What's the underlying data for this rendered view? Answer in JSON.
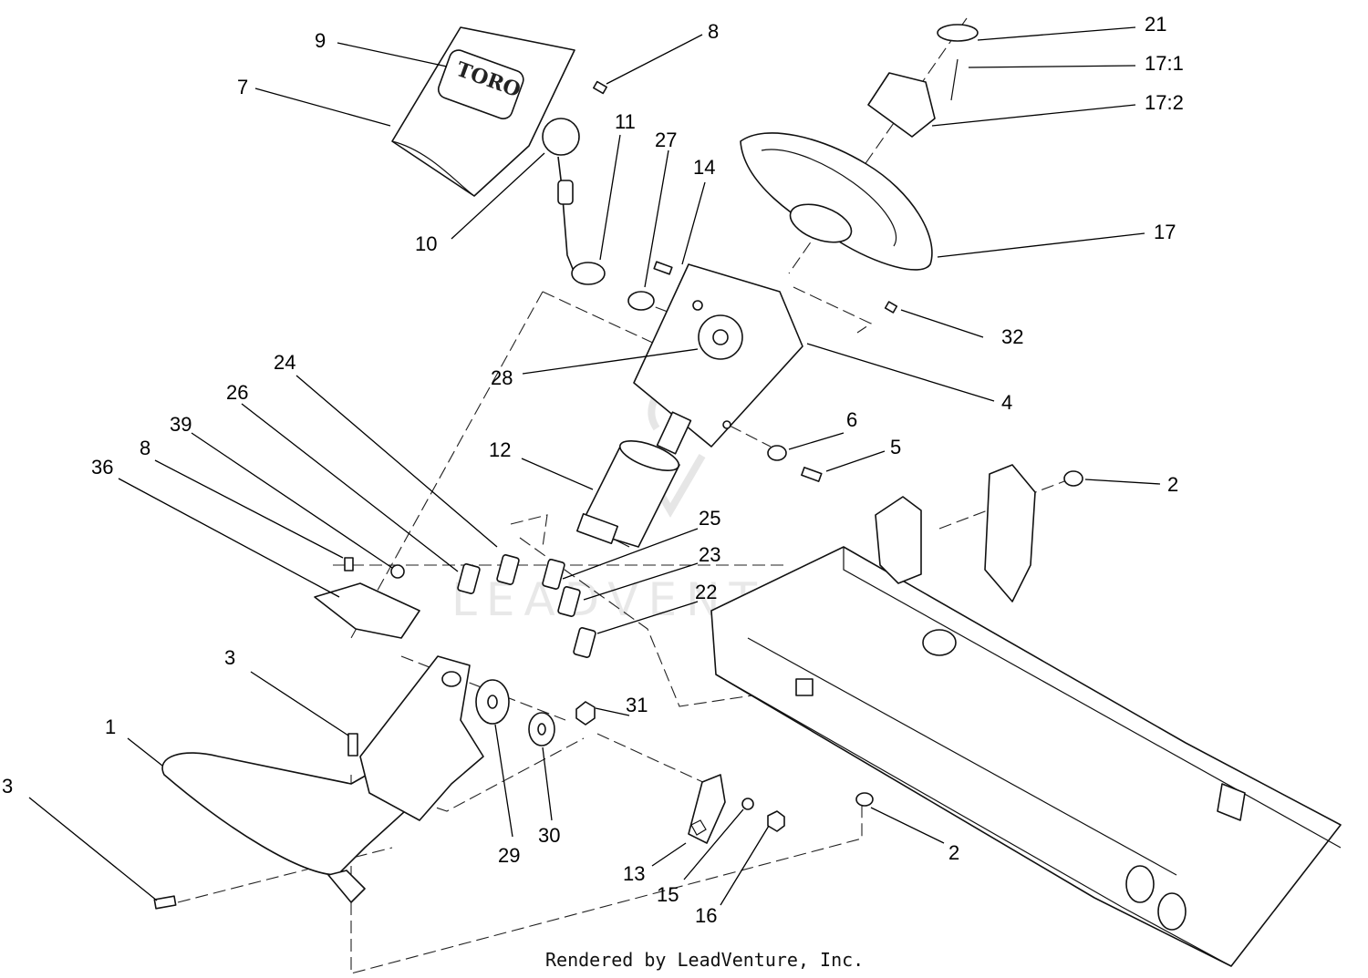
{
  "diagram": {
    "logo_text": "TORO",
    "watermark": "LEADVENTURE",
    "footer": "Rendered by LeadVenture, Inc.",
    "callouts": [
      {
        "id": "c9",
        "label": "9"
      },
      {
        "id": "c7",
        "label": "7"
      },
      {
        "id": "c8a",
        "label": "8"
      },
      {
        "id": "c21",
        "label": "21"
      },
      {
        "id": "c17_1",
        "label": "17:1"
      },
      {
        "id": "c17_2",
        "label": "17:2"
      },
      {
        "id": "c11",
        "label": "11"
      },
      {
        "id": "c27",
        "label": "27"
      },
      {
        "id": "c14",
        "label": "14"
      },
      {
        "id": "c10",
        "label": "10"
      },
      {
        "id": "c17",
        "label": "17"
      },
      {
        "id": "c32",
        "label": "32"
      },
      {
        "id": "c24",
        "label": "24"
      },
      {
        "id": "c28",
        "label": "28"
      },
      {
        "id": "c4",
        "label": "4"
      },
      {
        "id": "c26",
        "label": "26"
      },
      {
        "id": "c39",
        "label": "39"
      },
      {
        "id": "c6",
        "label": "6"
      },
      {
        "id": "c12",
        "label": "12"
      },
      {
        "id": "c8b",
        "label": "8"
      },
      {
        "id": "c5",
        "label": "5"
      },
      {
        "id": "c36",
        "label": "36"
      },
      {
        "id": "c2a",
        "label": "2"
      },
      {
        "id": "c25",
        "label": "25"
      },
      {
        "id": "c23",
        "label": "23"
      },
      {
        "id": "c22",
        "label": "22"
      },
      {
        "id": "c3a",
        "label": "3"
      },
      {
        "id": "c31",
        "label": "31"
      },
      {
        "id": "c1",
        "label": "1"
      },
      {
        "id": "c3b",
        "label": "3"
      },
      {
        "id": "c30",
        "label": "30"
      },
      {
        "id": "c29",
        "label": "29"
      },
      {
        "id": "c2b",
        "label": "2"
      },
      {
        "id": "c13",
        "label": "13"
      },
      {
        "id": "c15",
        "label": "15"
      },
      {
        "id": "c16",
        "label": "16"
      }
    ]
  }
}
